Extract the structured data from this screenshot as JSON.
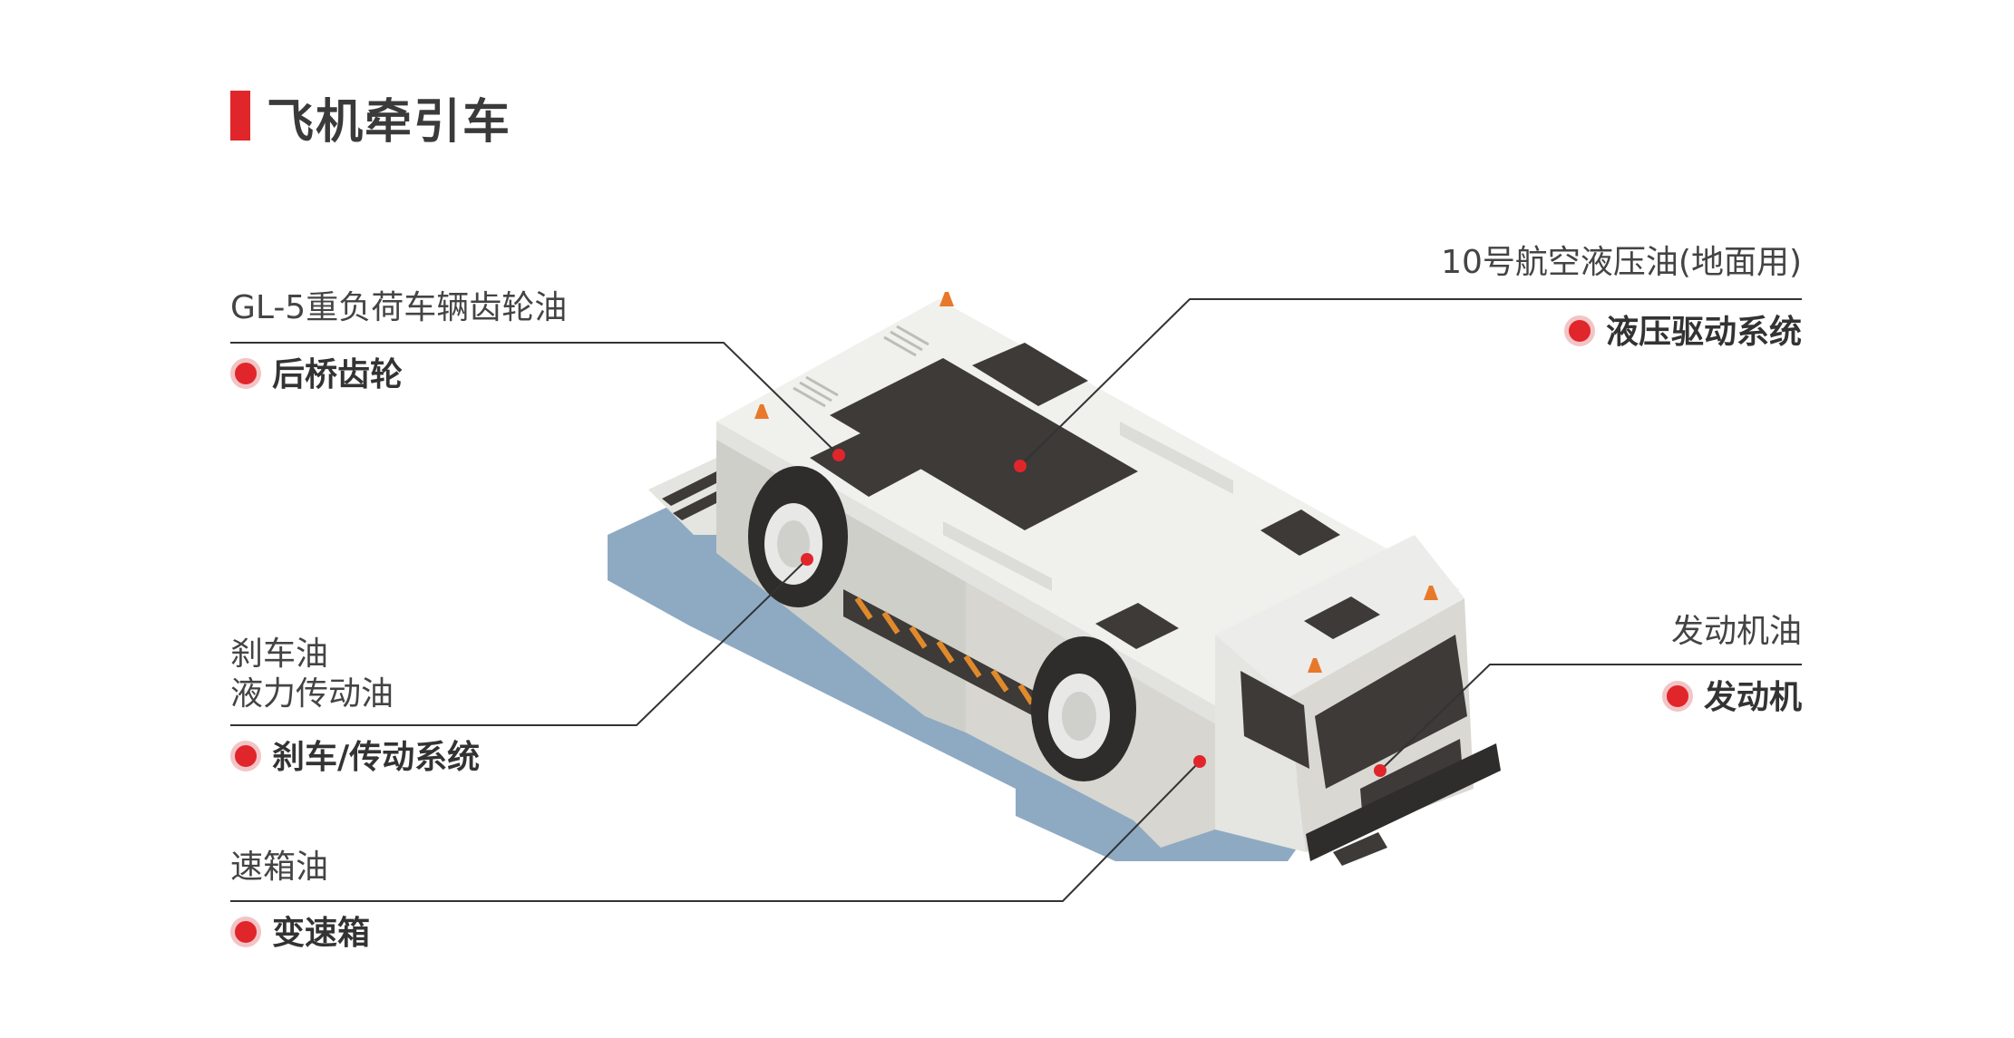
{
  "title": "飞机牵引车",
  "colors": {
    "accent": "#e0262b",
    "text": "#3a3a3a",
    "line": "#333333",
    "shadow": "#8eaac3",
    "body": "#efefec",
    "panel": "#3d3a38"
  },
  "callouts": [
    {
      "id": "rear-axle",
      "oil": "GL-5重负荷车辆齿轮油",
      "system": "后桥齿轮"
    },
    {
      "id": "hydraulic",
      "oil": "10号航空液压油(地面用)",
      "system": "液压驱动系统"
    },
    {
      "id": "brake",
      "oil_lines": [
        "刹车油",
        "液力传动油"
      ],
      "system": "刹车/传动系统"
    },
    {
      "id": "engine",
      "oil": "发动机油",
      "system": "发动机"
    },
    {
      "id": "gearbox",
      "oil": "速箱油",
      "system": "变速箱"
    }
  ]
}
